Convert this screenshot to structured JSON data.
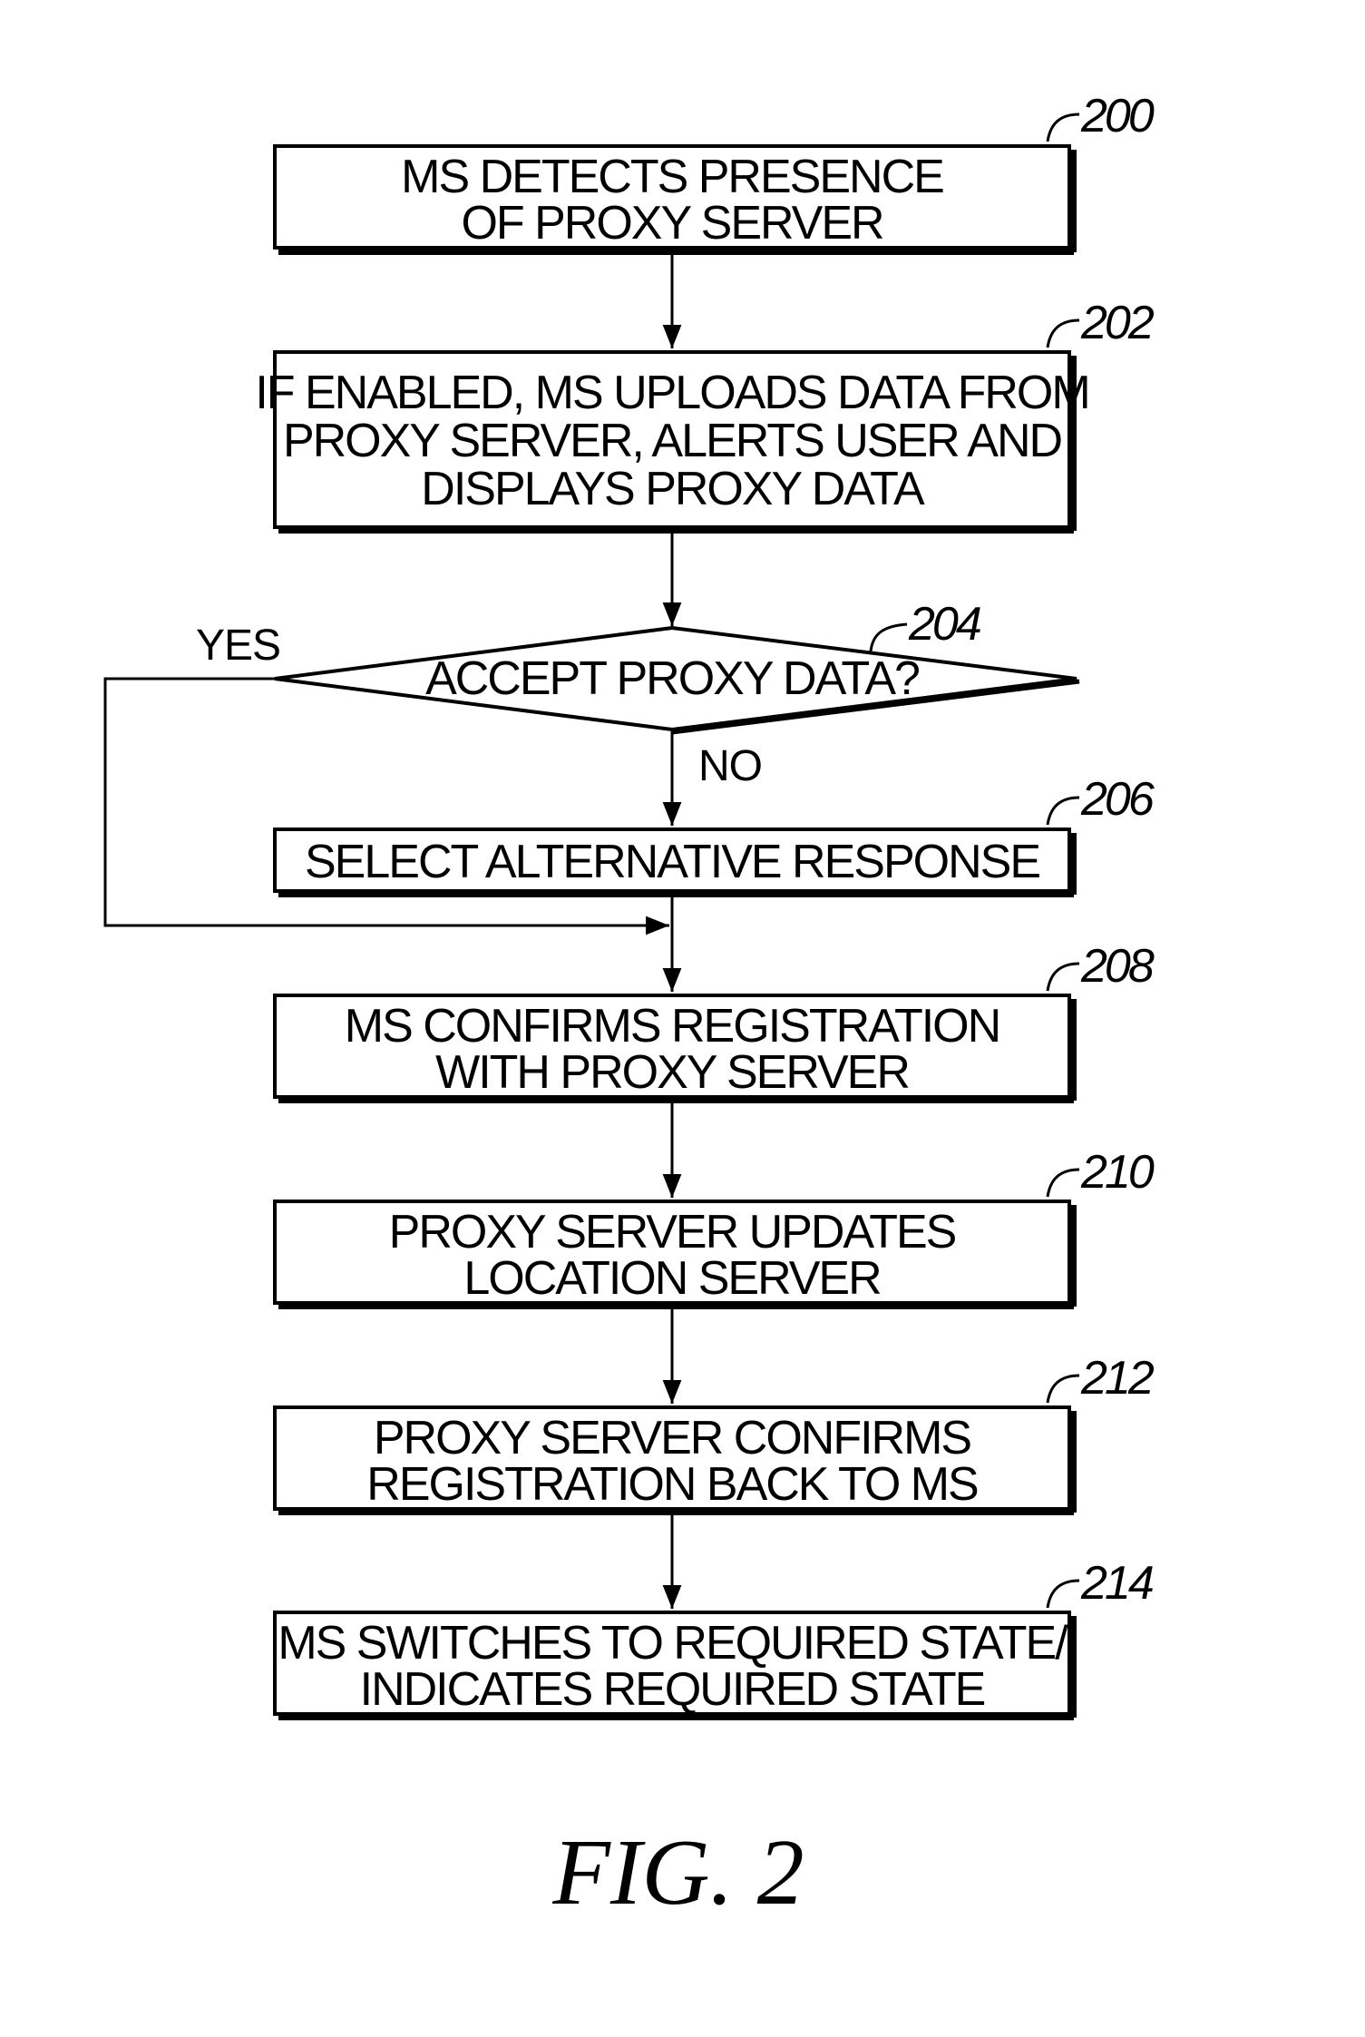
{
  "steps": [
    {
      "ref": "200",
      "lines": [
        "MS DETECTS PRESENCE",
        "OF PROXY SERVER"
      ]
    },
    {
      "ref": "202",
      "lines": [
        "IF ENABLED, MS UPLOADS DATA FROM",
        "PROXY SERVER, ALERTS USER AND",
        "DISPLAYS PROXY DATA"
      ]
    },
    {
      "ref": "206",
      "lines": [
        "SELECT ALTERNATIVE RESPONSE"
      ]
    },
    {
      "ref": "208",
      "lines": [
        "MS CONFIRMS REGISTRATION",
        "WITH PROXY SERVER"
      ]
    },
    {
      "ref": "210",
      "lines": [
        "PROXY SERVER UPDATES",
        "LOCATION SERVER"
      ]
    },
    {
      "ref": "212",
      "lines": [
        "PROXY SERVER CONFIRMS",
        "REGISTRATION BACK TO MS"
      ]
    },
    {
      "ref": "214",
      "lines": [
        "MS SWITCHES TO REQUIRED STATE/",
        "INDICATES REQUIRED STATE"
      ]
    }
  ],
  "decision": {
    "ref": "204",
    "text": "ACCEPT PROXY DATA?",
    "yes_label": "YES",
    "no_label": "NO"
  },
  "figure_caption": "FIG. 2"
}
